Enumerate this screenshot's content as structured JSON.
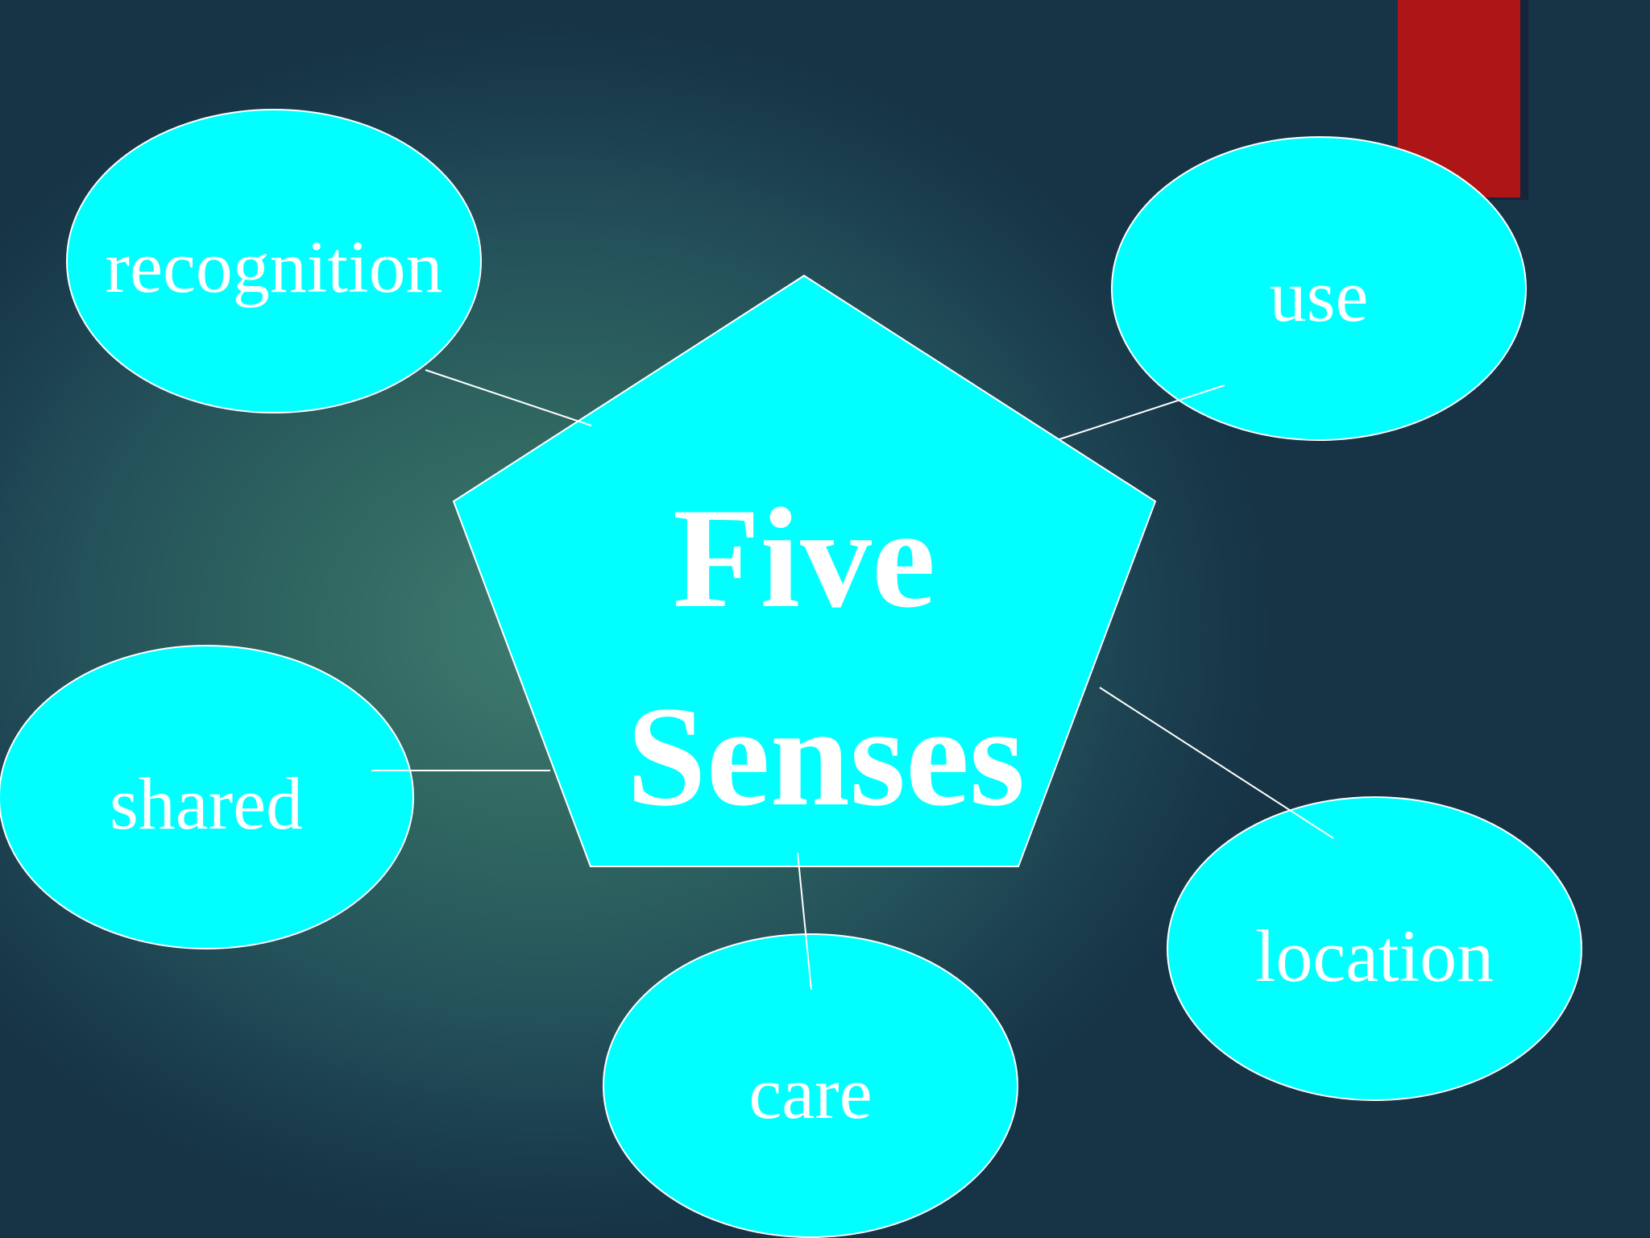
{
  "center": {
    "line1": "Five",
    "line2": "Senses"
  },
  "nodes": {
    "recognition": "recognition",
    "use": "use",
    "shared": "shared",
    "care": "care",
    "location": "location"
  },
  "colors": {
    "shape_fill": "#00ffff",
    "text": "#ffffff",
    "accent_bar": "#ad1516",
    "background": "#2f6660"
  }
}
